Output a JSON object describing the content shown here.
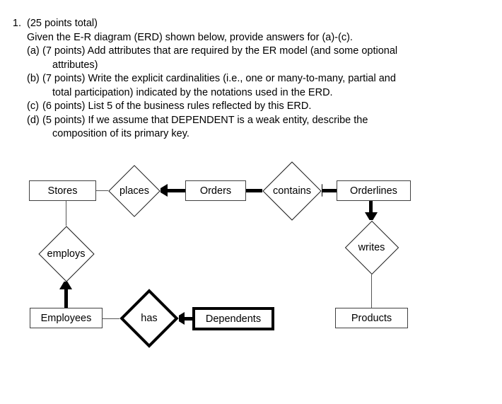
{
  "question": {
    "number": "1.",
    "total_points": "(25 points total)",
    "intro": "Given the E-R diagram (ERD) shown below, provide answers for (a)-(c).",
    "subparts": [
      {
        "label": "(a)",
        "text": "(7 points) Add attributes that are required by the ER model (and some optional",
        "cont": "attributes)"
      },
      {
        "label": "(b)",
        "text": "(7 points) Write the explicit cardinalities (i.e., one or many-to-many, partial and",
        "cont": "total participation) indicated by the notations used in the ERD."
      },
      {
        "label": "(c)",
        "text": "(6 points) List 5 of the business rules reflected by this ERD.",
        "cont": ""
      },
      {
        "label": "(d)",
        "text": "(5 points) If we assume that DEPENDENT is a weak entity, describe the",
        "cont": "composition of its primary key."
      }
    ]
  },
  "erd": {
    "entities": [
      {
        "id": "stores",
        "label": "Stores",
        "weak": false
      },
      {
        "id": "orders",
        "label": "Orders",
        "weak": false
      },
      {
        "id": "orderlines",
        "label": "Orderlines",
        "weak": false
      },
      {
        "id": "employees",
        "label": "Employees",
        "weak": false
      },
      {
        "id": "dependents",
        "label": "Dependents",
        "weak": true
      },
      {
        "id": "products",
        "label": "Products",
        "weak": false
      }
    ],
    "relationships": [
      {
        "id": "places",
        "label": "places",
        "weak": false
      },
      {
        "id": "contains",
        "label": "contains",
        "weak": false
      },
      {
        "id": "employs",
        "label": "employs",
        "weak": false
      },
      {
        "id": "writes",
        "label": "writes",
        "weak": false
      },
      {
        "id": "has",
        "label": "has",
        "weak": true
      }
    ],
    "connections": [
      {
        "from": "stores",
        "to": "places",
        "style": "thin",
        "arrow": "none"
      },
      {
        "from": "orders",
        "to": "places",
        "style": "thick",
        "arrow": "left"
      },
      {
        "from": "orders",
        "to": "contains",
        "style": "thick",
        "arrow": "none"
      },
      {
        "from": "orderlines",
        "to": "contains",
        "style": "thick",
        "arrow": "left"
      },
      {
        "from": "orderlines",
        "to": "writes",
        "style": "thick",
        "arrow": "down"
      },
      {
        "from": "writes",
        "to": "products",
        "style": "thin",
        "arrow": "none"
      },
      {
        "from": "stores",
        "to": "employs",
        "style": "thin",
        "arrow": "none"
      },
      {
        "from": "employees",
        "to": "employs",
        "style": "thick",
        "arrow": "up"
      },
      {
        "from": "employees",
        "to": "has",
        "style": "thin",
        "arrow": "none"
      },
      {
        "from": "dependents",
        "to": "has",
        "style": "thick",
        "arrow": "left"
      }
    ]
  },
  "colors": {
    "background": "#ffffff",
    "text": "#000000",
    "entity_border": "#404040",
    "weak_border": "#000000",
    "connector": "#555555",
    "thick_connector": "#000000"
  }
}
